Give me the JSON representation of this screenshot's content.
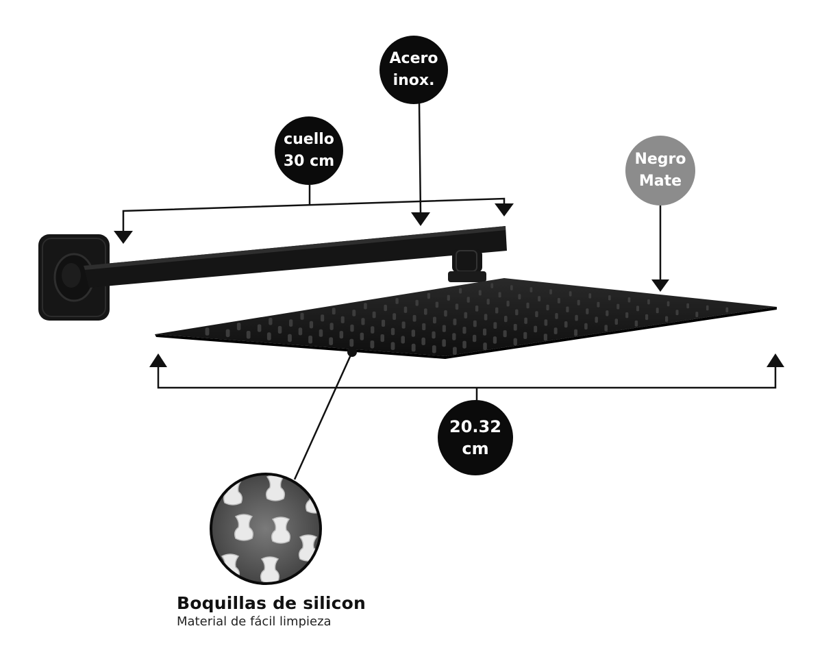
{
  "badges": {
    "steel": {
      "line1": "Acero",
      "line2": "inox."
    },
    "neck": {
      "line1": "cuello",
      "line2": "30 cm"
    },
    "finish": {
      "line1": "Negro",
      "line2": "Mate"
    },
    "width": {
      "line1": "20.32",
      "line2": "cm"
    }
  },
  "caption": {
    "title": "Boquillas de silicon",
    "subtitle": "Material de fácil limpieza"
  },
  "colors": {
    "badge_dark": "#0b0b0b",
    "badge_gray": "#8c8c8c",
    "product": "#141414",
    "lines": "#111111"
  },
  "icons": [
    "arrow-down-icon",
    "arrow-up-icon"
  ]
}
